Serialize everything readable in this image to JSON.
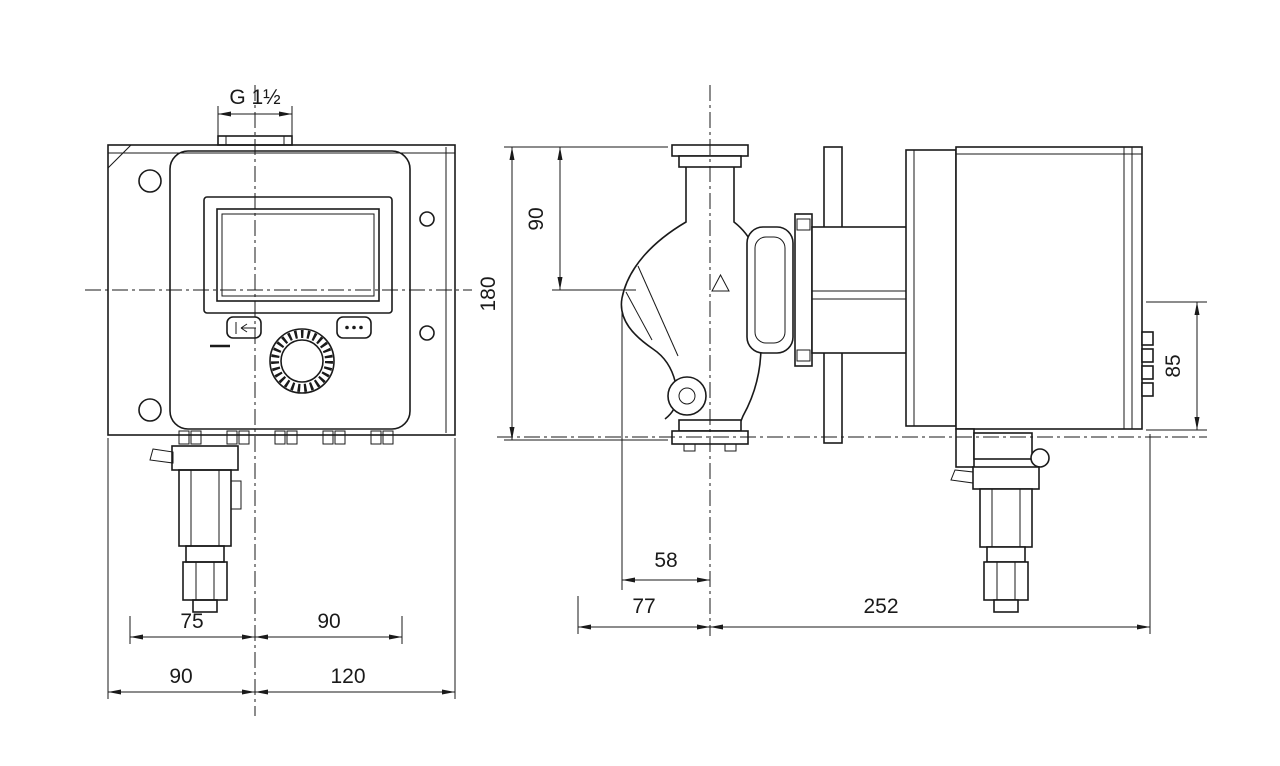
{
  "colors": {
    "line": "#1a1a1a",
    "background": "#ffffff"
  },
  "dimensions": {
    "front_thread": "G 1½",
    "front_row1_left": "75",
    "front_row1_right": "90",
    "front_row2_left": "90",
    "front_row2_right": "120",
    "side_top_port": "90",
    "side_overall_height": "180",
    "side_inlet_offset": "58",
    "side_axis_to_left": "77",
    "side_axis_to_right": "252",
    "side_module_height": "85"
  }
}
